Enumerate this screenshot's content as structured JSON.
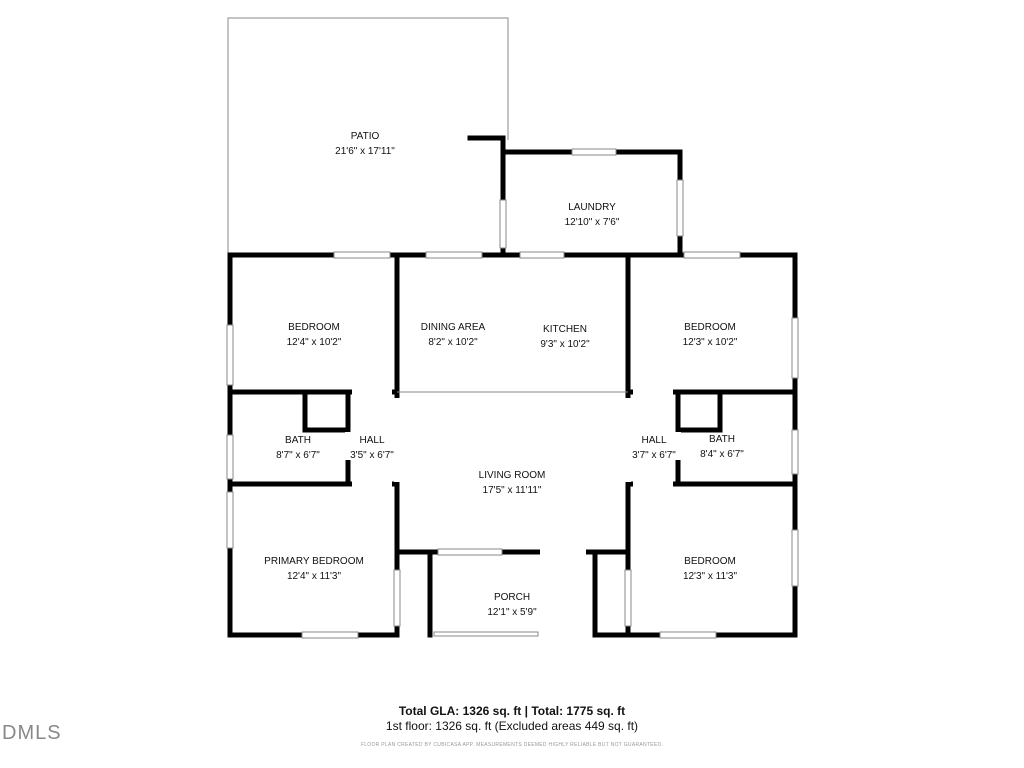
{
  "rooms": {
    "patio": {
      "name": "PATIO",
      "dims": "21'6\" x 17'11\""
    },
    "laundry": {
      "name": "LAUNDRY",
      "dims": "12'10\" x 7'6\""
    },
    "bedroom_nw": {
      "name": "BEDROOM",
      "dims": "12'4\" x 10'2\""
    },
    "dining": {
      "name": "DINING AREA",
      "dims": "8'2\" x 10'2\""
    },
    "kitchen": {
      "name": "KITCHEN",
      "dims": "9'3\" x 10'2\""
    },
    "bedroom_ne": {
      "name": "BEDROOM",
      "dims": "12'3\" x 10'2\""
    },
    "bath_w": {
      "name": "BATH",
      "dims": "8'7\" x 6'7\""
    },
    "hall_w": {
      "name": "HALL",
      "dims": "3'5\" x 6'7\""
    },
    "living": {
      "name": "LIVING ROOM",
      "dims": "17'5\" x 11'11\""
    },
    "hall_e": {
      "name": "HALL",
      "dims": "3'7\" x 6'7\""
    },
    "bath_e": {
      "name": "BATH",
      "dims": "8'4\" x 6'7\""
    },
    "primary_bedroom": {
      "name": "PRIMARY BEDROOM",
      "dims": "12'4\" x 11'3\""
    },
    "porch": {
      "name": "PORCH",
      "dims": "12'1\" x 5'9\""
    },
    "bedroom_se": {
      "name": "BEDROOM",
      "dims": "12'3\" x 11'3\""
    }
  },
  "totals": {
    "line1": "Total GLA: 1326 sq. ft | Total: 1775 sq. ft",
    "line2": "1st floor: 1326 sq. ft (Excluded areas 449 sq. ft)"
  },
  "disclaimer": "FLOOR PLAN CREATED BY CUBICASA APP. MEASUREMENTS DEEMED HIGHLY RELIABLE BUT NOT GUARANTEED.",
  "logo": "DMLS",
  "colors": {
    "wall": "#000000",
    "thin_line": "#888888",
    "window": "#ffffff"
  }
}
